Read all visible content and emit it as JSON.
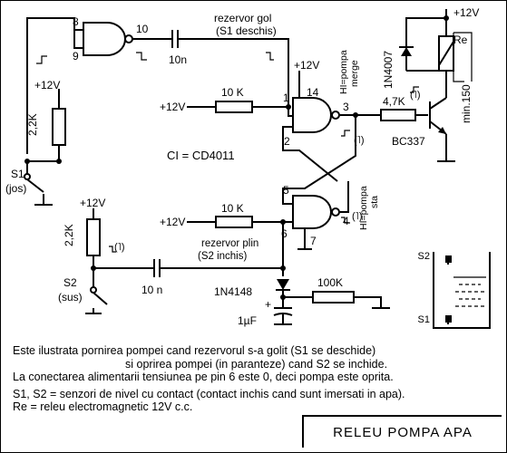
{
  "title": "RELEU  POMPA  APA",
  "supply": "+12V",
  "labels": {
    "pin8": "8",
    "pin9": "9",
    "pin10": "10",
    "pin1": "1",
    "pin2": "2",
    "pin3": "3",
    "pin14": "14",
    "pin5": "5",
    "pin4": "4",
    "pin6": "6",
    "pin7": "7",
    "rezervor_gol": "rezervor gol",
    "s1_deschis": "(S1 deschis)",
    "c_top": "10n",
    "r_top": "10 K",
    "r_mid": "10 K",
    "ci": "CI = CD4011",
    "r_s1": "2,2K",
    "s1": "S1",
    "s1_pos": "(jos)",
    "r_s2": "2,2K",
    "s2": "S2",
    "s2_pos": "(sus)",
    "c_bottom": "10 n",
    "rezervor_plin": "rezervor plin",
    "s2_inchis": "(S2  inchis)",
    "diode": "1N4148",
    "r_100k": "100K",
    "cap_1u": "1µF",
    "plus": "+",
    "r_base": "4,7K",
    "transistor": "BC337",
    "diode_relay": "1N4007",
    "relay": "Re",
    "min150": "min.150",
    "hi_pompa_merge_1": "HI=pompa",
    "hi_pompa_merge_2": "merge",
    "hi_pompa_sta_1": "HI=pompa",
    "hi_pompa_sta_2": "sta",
    "pulse_paren_1": "(˥)",
    "pulse_paren_2": "(˥)",
    "sensor_s2": "S2",
    "sensor_s1": "S1"
  },
  "notes": [
    "Este ilustrata pornirea pompei cand rezervorul s-a golit (S1 se deschide)",
    "si oprirea pompei (in paranteze) cand S2 se inchide.",
    "La conectarea alimentarii tensiunea pe pin 6 este 0, deci pompa este oprita.",
    "S1, S2 = senzori de nivel cu contact (contact inchis cand sunt imersati in apa).",
    "Re = releu electromagnetic 12V c.c."
  ]
}
